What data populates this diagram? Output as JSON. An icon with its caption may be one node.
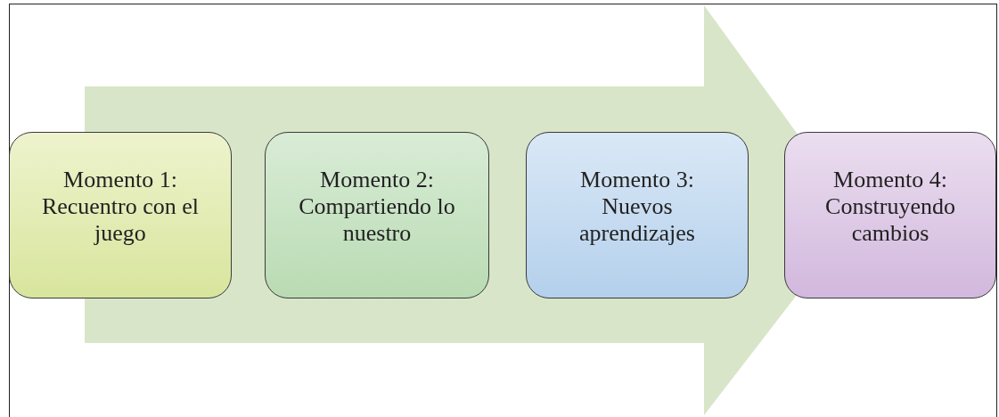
{
  "diagram": {
    "nodes": [
      {
        "text": [
          "Momento 1: Recuentro con el juego"
        ]
      },
      {
        "text": [
          "Momento 2: Compartiendo lo nuestro"
        ]
      },
      {
        "text": [
          "Momento 3: Nuevos aprendizajes"
        ]
      },
      {
        "text": [
          "Momento 4: Construyendo cambios"
        ]
      }
    ],
    "edges": [
      {
        "from": 0,
        "to": 3,
        "arrow": "to"
      }
    ]
  }
}
